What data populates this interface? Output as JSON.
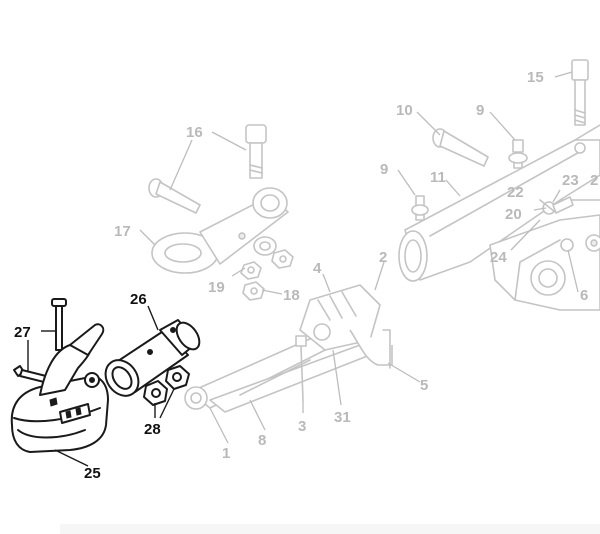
{
  "colors": {
    "faint_part": "#c4c4c4",
    "faint_label": "#b9b9b9",
    "highlight_part": "#1a1a1a",
    "highlight_label": "#111111",
    "background": "#ffffff"
  },
  "callouts": {
    "c1": "1",
    "c2": "2",
    "c3": "3",
    "c4": "4",
    "c5": "5",
    "c6": "6",
    "c8": "8",
    "c9a": "9",
    "c9b": "9",
    "c10": "10",
    "c11": "11",
    "c15": "15",
    "c16": "16",
    "c17": "17",
    "c18": "18",
    "c19": "19",
    "c20": "20",
    "c22": "22",
    "c23": "23",
    "c24": "24",
    "c25": "25",
    "c26": "26",
    "c27": "27",
    "c28": "28",
    "c31": "31",
    "c2b": "2"
  }
}
